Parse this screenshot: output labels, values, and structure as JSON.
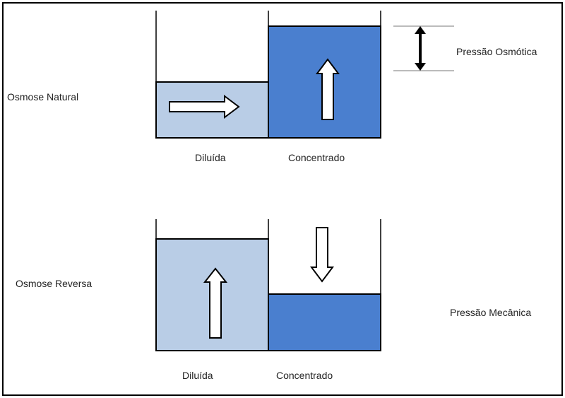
{
  "natural": {
    "title": "Osmose Natural",
    "left_label": "Diluída",
    "right_label": "Concentrado",
    "pressure_label": "Pressão Osmótica"
  },
  "reverse": {
    "title": "Osmose Reversa",
    "left_label": "Diluída",
    "right_label": "Concentrado",
    "pressure_label": "Pressão Mecânica"
  },
  "colors": {
    "dilute": "#b9cde6",
    "concentrated": "#4a7fcf",
    "outline": "#000000"
  }
}
